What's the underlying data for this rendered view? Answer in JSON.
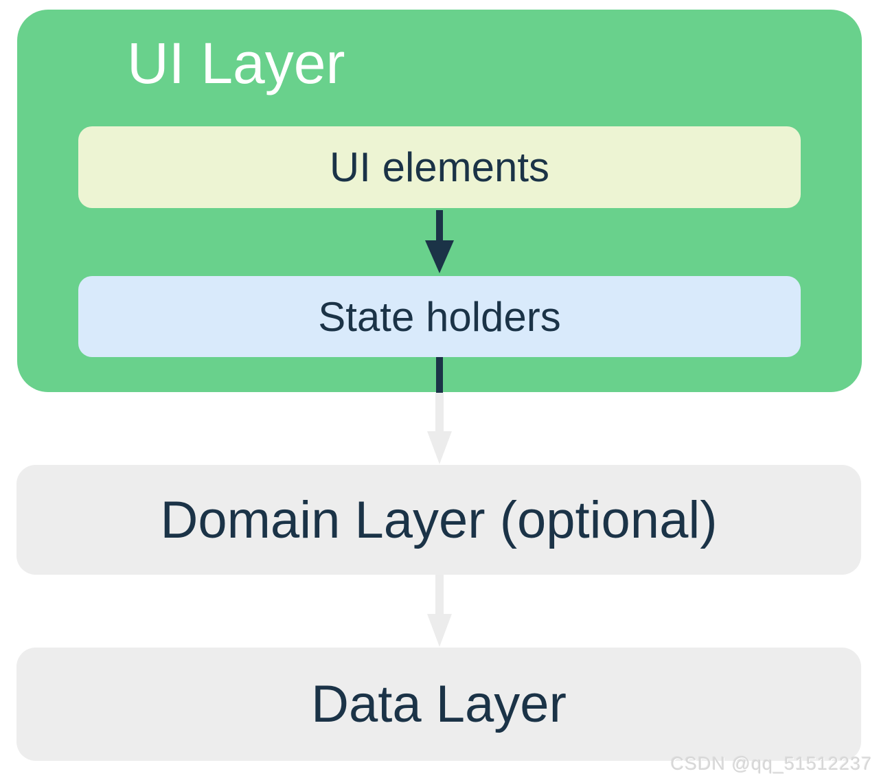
{
  "diagram": {
    "ui_layer": {
      "title": "UI Layer",
      "ui_elements_label": "UI elements",
      "state_holders_label": "State holders"
    },
    "domain_layer_label": "Domain Layer (optional)",
    "data_layer_label": "Data Layer",
    "watermark": "CSDN @qq_51512237"
  },
  "colors": {
    "ui_layer_green": "#69D18C",
    "ui_elements_yellow": "#EDF4D3",
    "state_holders_blue": "#D9EAFB",
    "layer_gray": "#EDEDED",
    "text_navy": "#1B3347",
    "arrow_dark": "#1B3347",
    "arrow_light": "#ECECEC",
    "title_white": "#ffffff"
  }
}
